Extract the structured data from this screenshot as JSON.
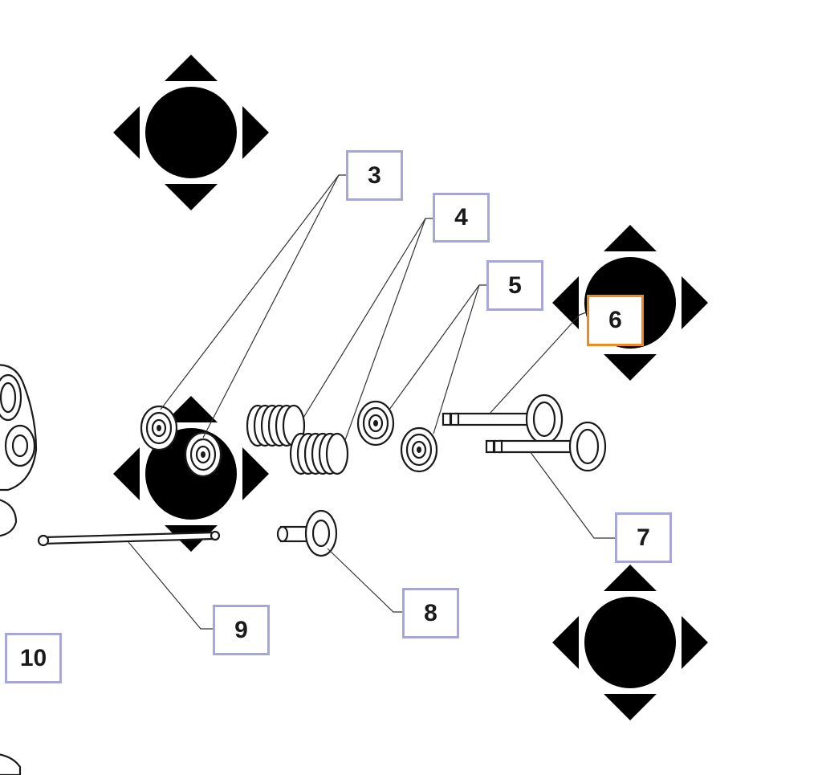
{
  "callouts": [
    {
      "label": "3",
      "selected": false
    },
    {
      "label": "4",
      "selected": false
    },
    {
      "label": "5",
      "selected": false
    },
    {
      "label": "6",
      "selected": true
    },
    {
      "label": "7",
      "selected": false
    },
    {
      "label": "8",
      "selected": false
    },
    {
      "label": "9",
      "selected": false
    },
    {
      "label": "10",
      "selected": false
    }
  ],
  "colors": {
    "callout_border": "#a6a6d8",
    "selected_border": "#f08a1c",
    "watermark": "#e7d6b0",
    "line_art": "#1a1a1a"
  },
  "watermark_icon": "g-logo-icon"
}
